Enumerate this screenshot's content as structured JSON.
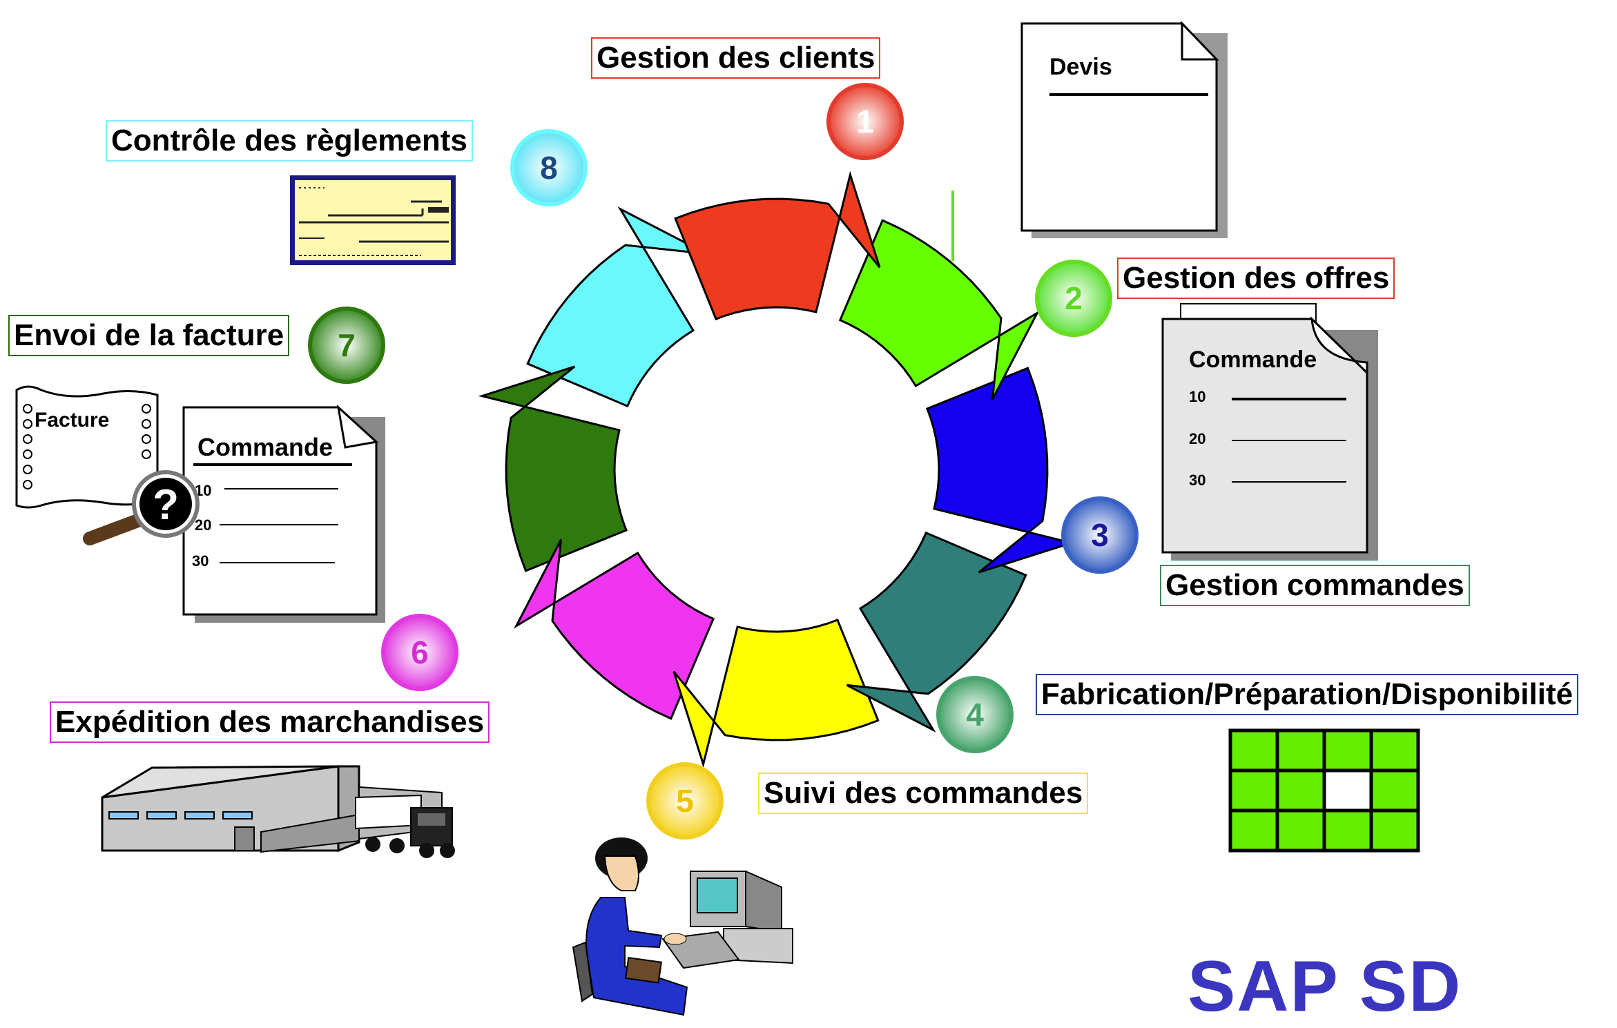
{
  "brand": "SAP SD",
  "steps": [
    {
      "num": "1",
      "label": "Gestion des clients",
      "color": "#ee3a1e"
    },
    {
      "num": "2",
      "label": "Gestion des offres",
      "color": "#66ff00"
    },
    {
      "num": "3",
      "label": "Gestion commandes",
      "color": "#1400f0"
    },
    {
      "num": "4",
      "label": "Fabrication/Préparation/Disponibilité",
      "color": "#2f7e7a"
    },
    {
      "num": "5",
      "label": "Suivi des commandes",
      "color": "#ffff00"
    },
    {
      "num": "6",
      "label": "Expédition des marchandises",
      "color": "#f035f0"
    },
    {
      "num": "7",
      "label": "Envoi de la facture",
      "color": "#2e7a0e"
    },
    {
      "num": "8",
      "label": "Contrôle des règlements",
      "color": "#6af8ff"
    }
  ],
  "label_borders": {
    "1": "#e33b2e",
    "2": "#e33b2e",
    "3": "#3a8a55",
    "4": "#1e4a90",
    "5": "#f0ec20",
    "6": "#d42bd4",
    "7": "#2b6a10",
    "8": "#7ef0f5"
  },
  "docs": {
    "devis": {
      "title": "Devis"
    },
    "order_right": {
      "title": "Commande",
      "rows": [
        "10",
        "20",
        "30"
      ]
    },
    "order_left": {
      "title": "Commande",
      "rows": [
        "10",
        "20",
        "30"
      ]
    },
    "invoice": {
      "title": "Facture"
    }
  },
  "icons": {
    "help": "?",
    "cheque": "cheque-icon",
    "warehouse": "warehouse-truck-icon",
    "operator": "computer-operator-icon",
    "capacity": "capacity-grid-icon"
  }
}
